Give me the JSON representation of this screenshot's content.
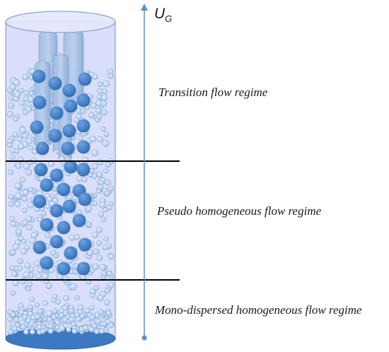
{
  "axis": {
    "symbol": "U",
    "subscript": "G"
  },
  "regimes": [
    {
      "label": "Transition flow regime"
    },
    {
      "label": "Pseudo homogeneous flow regime"
    },
    {
      "label": "Mono-dispersed homogeneous flow regime"
    }
  ],
  "colors": {
    "column_fill": "#d9defa",
    "column_edge": "#8fa0c4",
    "small_bubble": "#bcd2ee",
    "small_bubble_edge": "#6f9bd0",
    "large_bubble": "#3f7cc8",
    "cap_bubble": "#8fb0d9",
    "axis": "#5b8fc9",
    "divider": "#000000"
  }
}
